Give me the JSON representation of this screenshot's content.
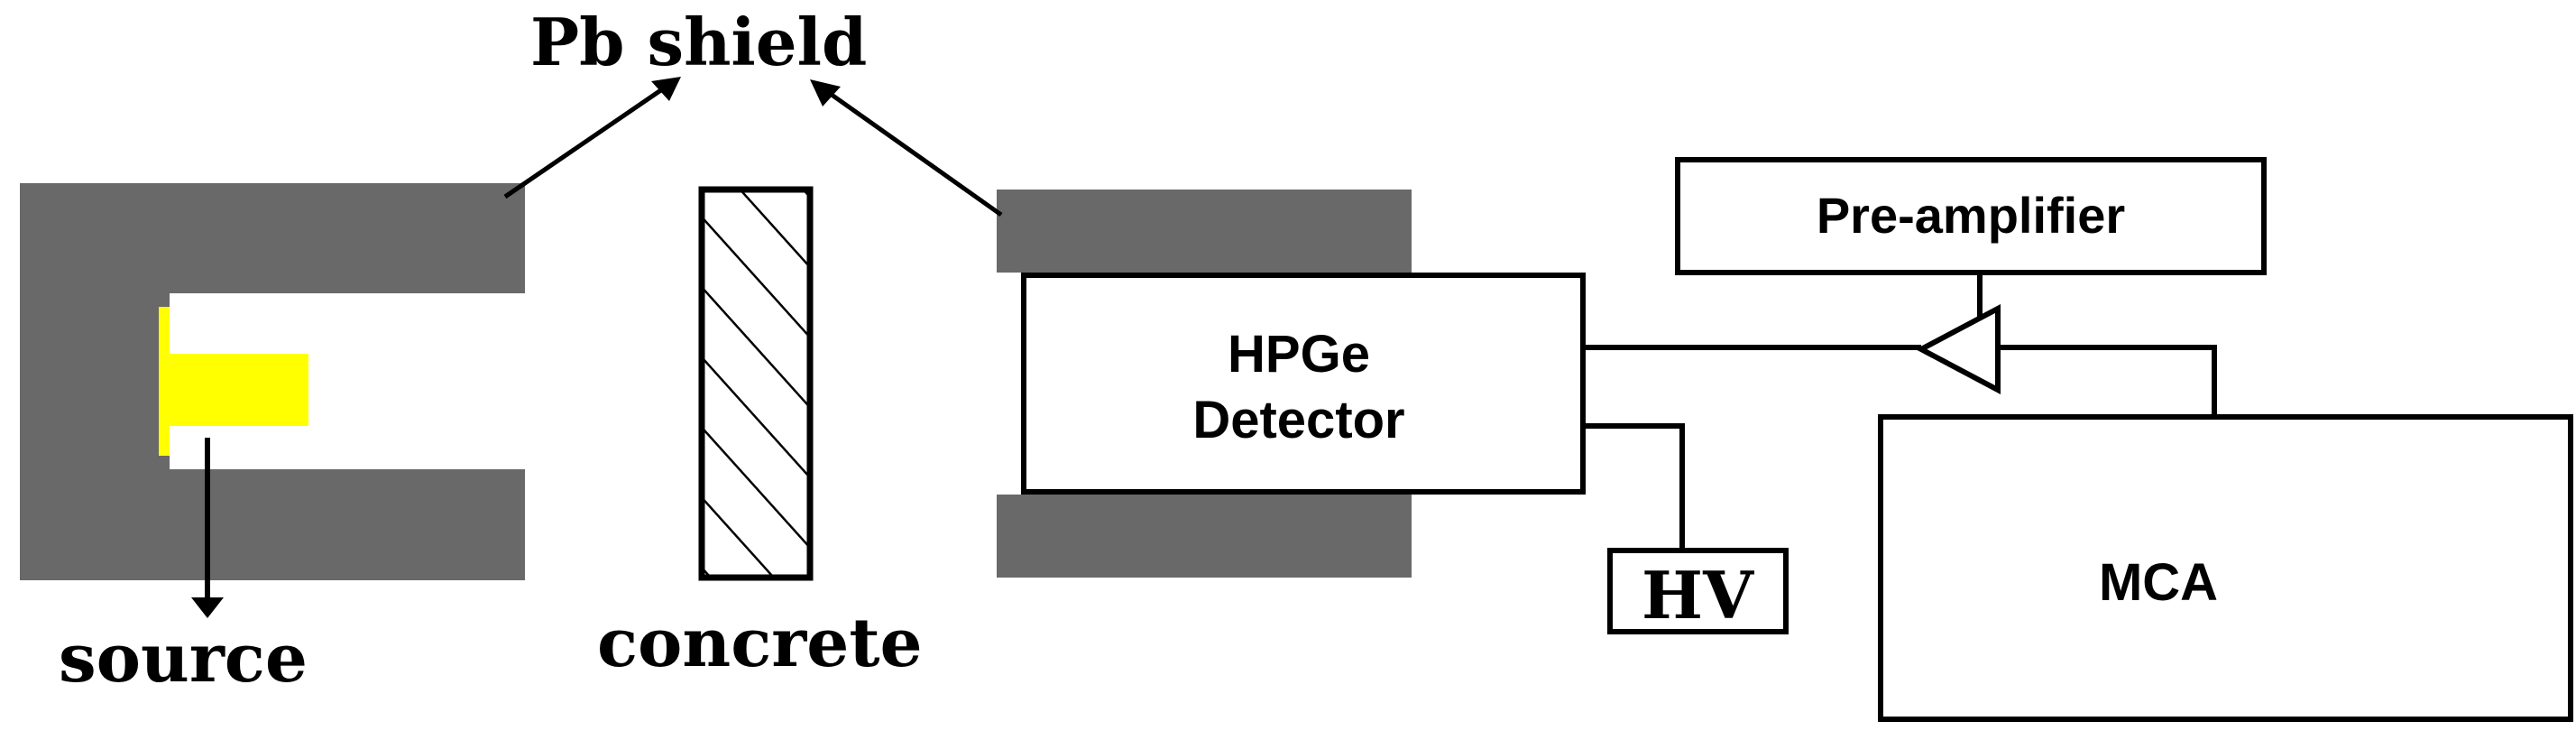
{
  "labels": {
    "pb_shield": "Pb shield",
    "source": "source",
    "concrete": "concrete",
    "detector_line1": "HPGe",
    "detector_line2": "Detector",
    "preamp": "Pre-amplifier",
    "hv": "HV",
    "mca": "MCA"
  },
  "colors": {
    "lead": "#696969",
    "source": "#ffff00",
    "line": "#000000",
    "background": "#ffffff"
  }
}
